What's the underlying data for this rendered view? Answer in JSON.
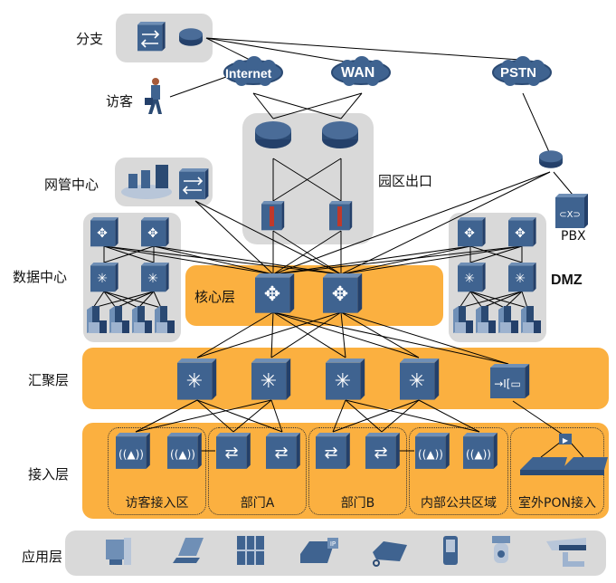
{
  "title": "园区网络分层架构",
  "layers": {
    "branch": "分支",
    "visitor": "访客",
    "nms": "网管中心",
    "campus_egress": "园区出口",
    "data_center": "数据中心",
    "core": "核心层",
    "dmz": "DMZ",
    "aggregation": "汇聚层",
    "access": "接入层",
    "application": "应用层"
  },
  "clouds": {
    "internet": "Internet",
    "wan": "WAN",
    "pstn": "PSTN"
  },
  "pbx_label": "PBX",
  "access_zones": [
    {
      "label": "访客接入区",
      "device": "wireless-ap"
    },
    {
      "label": "部门A",
      "device": "access-switch"
    },
    {
      "label": "部门B",
      "device": "access-switch"
    },
    {
      "label": "内部公共区域",
      "device": "wireless-ap"
    },
    {
      "label": "室外PON接入",
      "device": "onu"
    }
  ],
  "application_devices": [
    "desktop-pc",
    "laptop",
    "video-wall",
    "ip-fax",
    "ip-phone",
    "pda",
    "ptz-camera",
    "surveillance-camera"
  ],
  "colors": {
    "device_blue": "#3f6390",
    "device_dark": "#2b4a73",
    "layer_orange": "#fbb040",
    "zone_grey": "#d9d9d9",
    "line": "#000000"
  }
}
